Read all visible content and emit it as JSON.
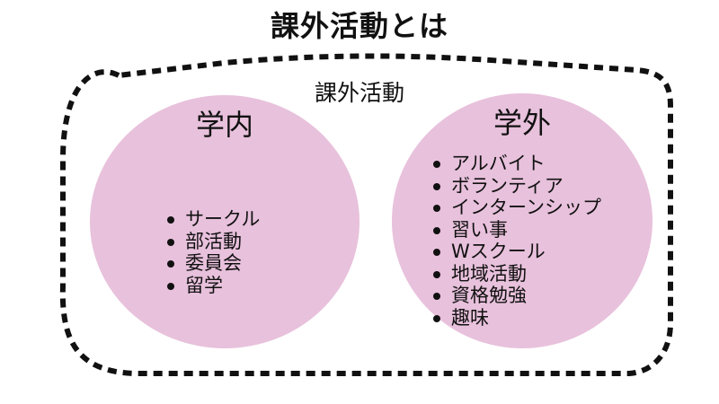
{
  "title": "課外活動とは",
  "frame": {
    "label": "課外活動",
    "border_color": "#111111"
  },
  "colors": {
    "circle_fill": "#e8c1dc",
    "text": "#111111"
  },
  "left_group": {
    "heading": "学内",
    "items": [
      "サークル",
      "部活動",
      "委員会",
      "留学"
    ]
  },
  "right_group": {
    "heading": "学外",
    "items": [
      "アルバイト",
      "ボランティア",
      "インターンシップ",
      "習い事",
      "Wスクール",
      "地域活動",
      "資格勉強",
      "趣味"
    ]
  }
}
